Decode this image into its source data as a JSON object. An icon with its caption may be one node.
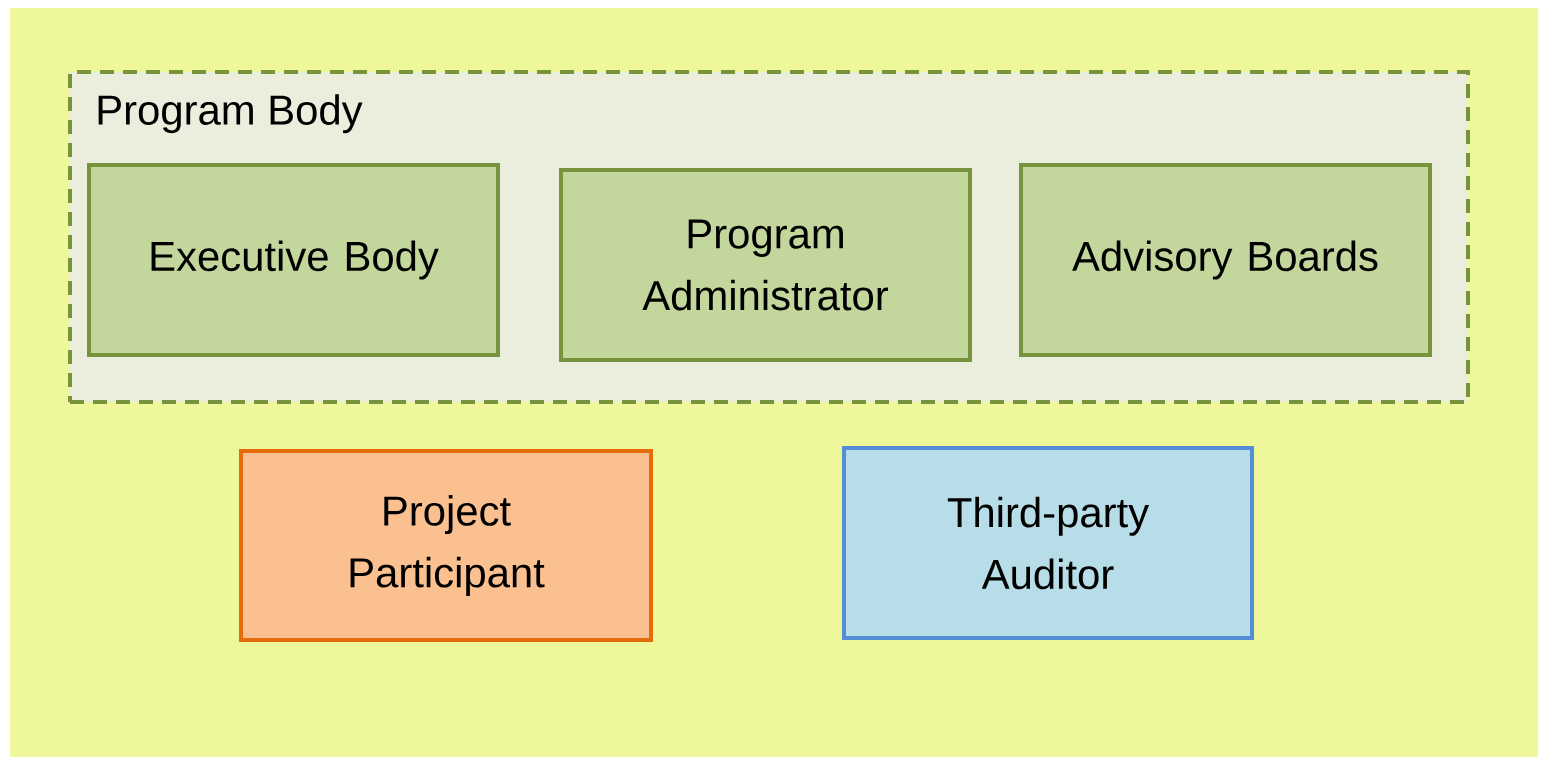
{
  "diagram": {
    "nodes": [
      {
        "text": [
          "Program Body"
        ]
      },
      {
        "text": [
          "Executive Body"
        ],
        "in": 0
      },
      {
        "text": [
          "Program Administrator"
        ],
        "in": 0
      },
      {
        "text": [
          "Advisory Boards"
        ],
        "in": 0
      },
      {
        "text": [
          "Project Participant"
        ]
      },
      {
        "text": [
          "Third-party Auditor"
        ]
      }
    ]
  }
}
